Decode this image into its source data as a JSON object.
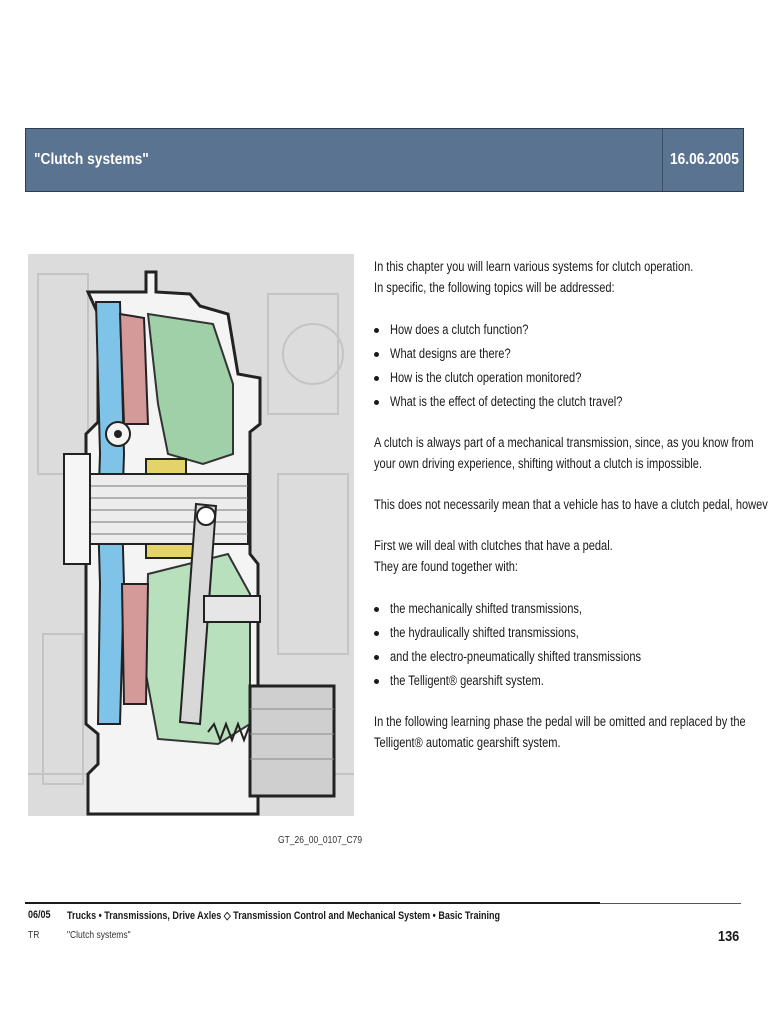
{
  "header": {
    "title": "\"Clutch systems\"",
    "date": "16.06.2005"
  },
  "figure": {
    "caption": "GT_26_00_0107_C79",
    "subject": "Cutaway illustration of a truck clutch and gearbox housing"
  },
  "content": {
    "intro_lines": [
      "In this chapter you will learn various systems for clutch operation.",
      "In specific, the following topics will be addressed:"
    ],
    "topics": [
      "How does a clutch function?",
      "What designs are there?",
      "How is the clutch operation monitored?",
      "What is the effect of detecting the clutch travel?"
    ],
    "paragraph_1_lines": [
      "A clutch is always part of a mechanical transmission, since, as you know from",
      "your own driving experience, shifting without a clutch is impossible."
    ],
    "paragraph_2": "This does not necessarily mean that a vehicle has to have a clutch pedal, however.",
    "paragraph_3_lines": [
      "First we will deal with clutches that have a pedal.",
      "They are found together with:"
    ],
    "transmissions": [
      "the mechanically shifted transmissions,",
      "the hydraulically shifted transmissions,",
      "and the electro-pneumatically shifted transmissions",
      "the Telligent® gearshift system."
    ],
    "paragraph_4_lines": [
      "In the following learning phase the pedal will be omitted and replaced by the",
      "Telligent® automatic gearshift system."
    ]
  },
  "footer": {
    "issue": "06/05",
    "breadcrumb": "Trucks • Transmissions, Drive Axles ◇ Transmission Control and Mechanical System • Basic Training",
    "code": "TR",
    "subtitle": "\"Clutch systems\"",
    "page": "136"
  },
  "colors": {
    "header_bg": "#5a7390",
    "housing_green": "#9fd0a8",
    "plate_pink": "#d49a9a",
    "cover_blue": "#7fc4e8",
    "bearing_yellow": "#e3d36a"
  }
}
